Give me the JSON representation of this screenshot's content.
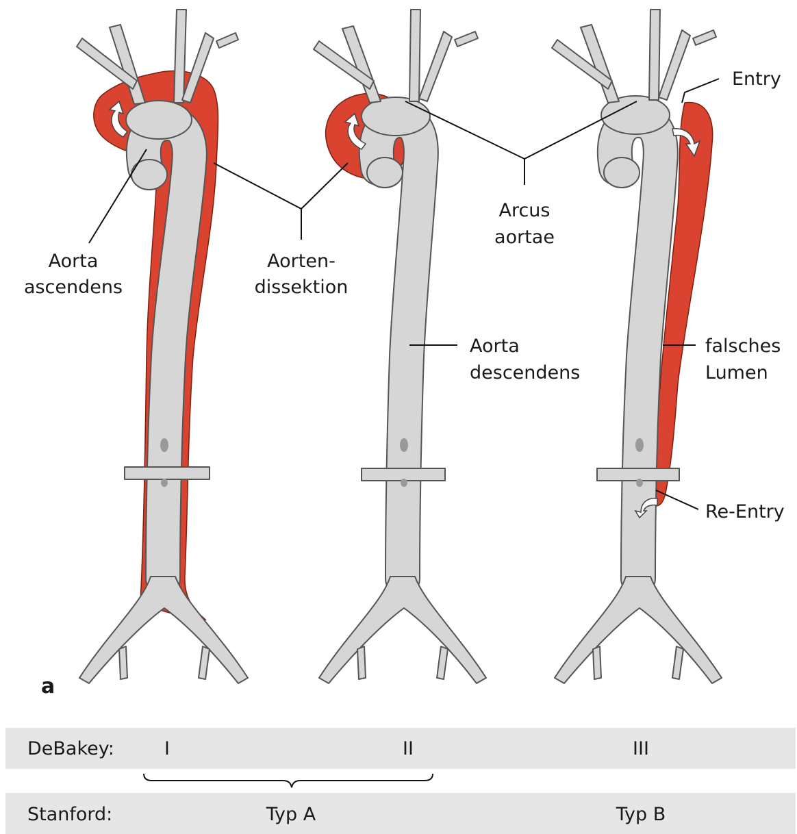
{
  "panel_letter": "a",
  "colors": {
    "vessel": "#d6d6d6",
    "vessel_outline": "#555555",
    "false_lumen": "#d9432f",
    "table_row_bg": "#e6e6e6"
  },
  "labels": {
    "aorta_ascendens": [
      "Aorta",
      "ascendens"
    ],
    "aortendissektion": [
      "Aorten-",
      "dissektion"
    ],
    "arcus_aortae": [
      "Arcus",
      "aortae"
    ],
    "aorta_descendens": [
      "Aorta",
      "descendens"
    ],
    "entry": "Entry",
    "falsches_lumen": [
      "falsches",
      "Lumen"
    ],
    "re_entry": "Re-Entry"
  },
  "classification": {
    "debakey": {
      "label": "DeBakey:",
      "types": [
        "I",
        "II",
        "III"
      ]
    },
    "stanford": {
      "label": "Stanford:",
      "types": [
        "Typ A",
        "Typ B"
      ]
    }
  }
}
